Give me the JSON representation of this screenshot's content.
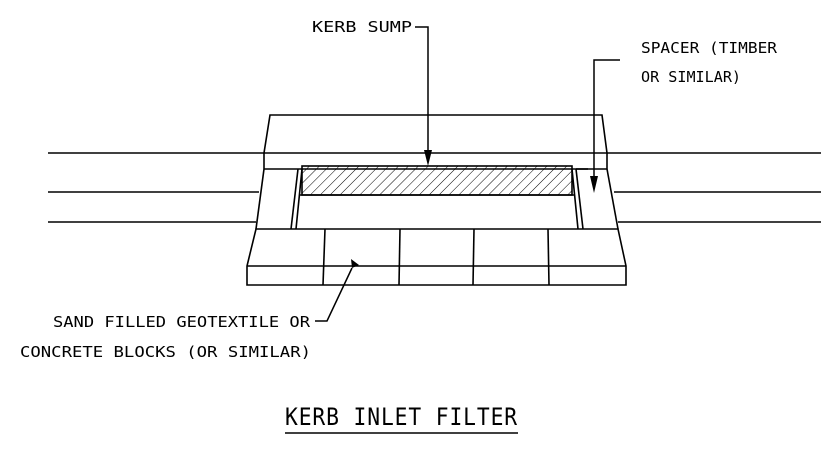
{
  "drawing": {
    "title": "KERB INLET FILTER",
    "labels": {
      "kerb_sump": "KERB SUMP",
      "spacer_line1": "SPACER (TIMBER",
      "spacer_line2": "OR SIMILAR)",
      "blocks_line1": "SAND FILLED GEOTEXTILE OR",
      "blocks_line2": "CONCRETE BLOCKS (OR SIMILAR)"
    },
    "colors": {
      "line": "#000000",
      "background": "#ffffff"
    }
  }
}
